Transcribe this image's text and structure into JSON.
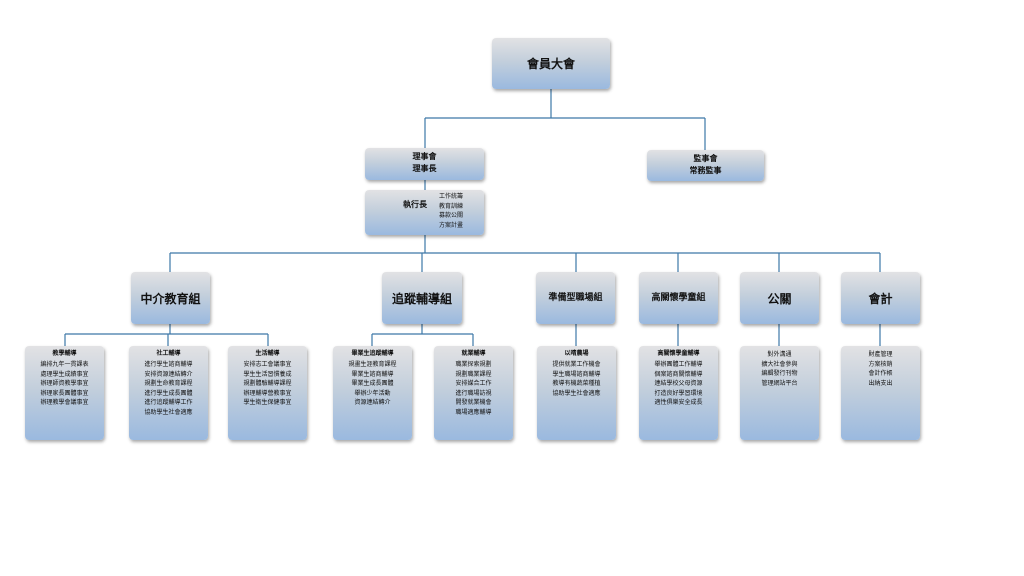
{
  "top": {
    "title": "會員大會"
  },
  "council": {
    "title": "理事會",
    "subtitle": "理事長"
  },
  "supervisor": {
    "title": "監事會",
    "subtitle": "常務監事"
  },
  "executive": {
    "title": "執行長",
    "duties": [
      "工作統籌",
      "教育訓練",
      "募款公關",
      "方案計畫"
    ]
  },
  "divisions": [
    {
      "name": "中介教育組"
    },
    {
      "name": "追蹤輔導組"
    },
    {
      "name": "準備型職場組"
    },
    {
      "name": "高關懷學童組"
    },
    {
      "name": "公關"
    },
    {
      "name": "會計"
    }
  ],
  "units": [
    {
      "title": "教學輔導",
      "items": [
        "編排九年一貫課表",
        "處理學生成績事宜",
        "辦理師資教學事宜",
        "辦理家長團體事宜",
        "辦理教學會議事宜"
      ]
    },
    {
      "title": "社工輔導",
      "items": [
        "進行學生諮商輔導",
        "安排資源連結轉介",
        "規劃生命教育課程",
        "進行學生成長團體",
        "進行追蹤輔導工作",
        "協助學生社會適應"
      ]
    },
    {
      "title": "生活輔導",
      "items": [
        "安排志工會議事宜",
        "學生生活習慣養成",
        "規劃體驗輔導課程",
        "辦理輔導營教事宜",
        "學生衛生保健事宜"
      ]
    },
    {
      "title": "畢業生追蹤輔導",
      "items": [
        "規畫生涯教育課程",
        "畢業生諮商輔導",
        "畢業生成長團體",
        "舉辦少年活動",
        "資源連結轉介"
      ]
    },
    {
      "title": "就業輔導",
      "items": [
        "職業探索規劃",
        "規劃職業課程",
        "安排媒合工作",
        "進行職場訪視",
        "開發就業機會",
        "職場適應輔導"
      ]
    },
    {
      "title": "以晴農場",
      "items": [
        "提供就業工作機會",
        "學生職場諮商輔導",
        "教導有機蔬菜種植",
        "協助學生社會適應"
      ]
    },
    {
      "title": "高關懷學童輔導",
      "items": [
        "舉辦團體工作輔導",
        "個案諮商關懷輔導",
        "連結學校父母資源",
        "打造良好學習環境",
        "適性俱樂安全成長"
      ]
    },
    {
      "title": "",
      "items": [
        "對外溝通",
        "擴大社會參與",
        "編輯發行刊物",
        "管理網站平台"
      ]
    },
    {
      "title": "",
      "items": [
        "財產管理",
        "方案核銷",
        "會計作帳",
        "出納支出"
      ]
    }
  ]
}
